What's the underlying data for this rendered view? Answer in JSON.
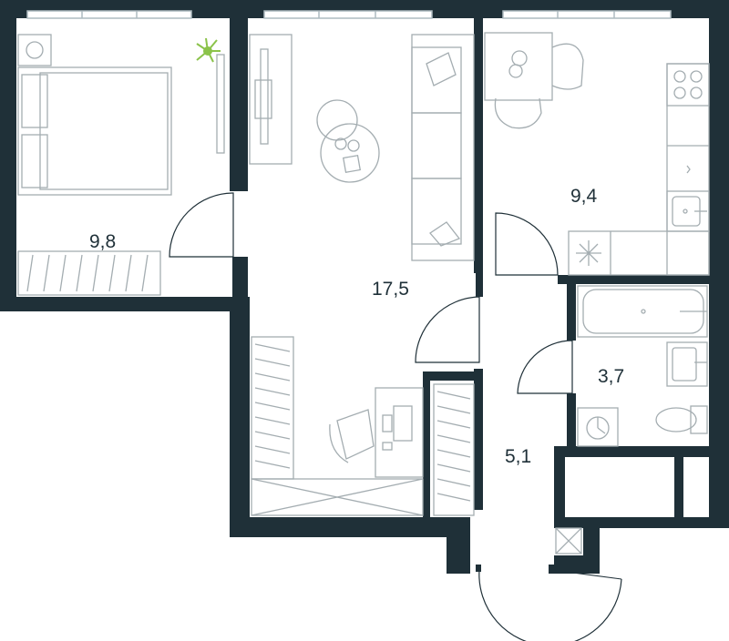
{
  "colors": {
    "wall": "#1f3038",
    "furniture": "#a4adb1",
    "window": "#aebbc0",
    "plant": "#8bc34a",
    "background": "#ffffff"
  },
  "rooms": [
    {
      "id": "bedroom",
      "area": "9,8"
    },
    {
      "id": "living-room",
      "area": "17,5"
    },
    {
      "id": "kitchen",
      "area": "9,4"
    },
    {
      "id": "bathroom",
      "area": "3,7"
    },
    {
      "id": "hallway",
      "area": "5,1"
    }
  ],
  "icons": [
    "bed-icon",
    "plant-icon",
    "sofa-icon",
    "round-table-icon",
    "dining-table-icon",
    "stove-icon",
    "sink-icon",
    "bathtub-icon",
    "toilet-icon",
    "washing-machine-icon",
    "desk-icon",
    "chair-icon",
    "wardrobe-icon",
    "tv-icon"
  ]
}
